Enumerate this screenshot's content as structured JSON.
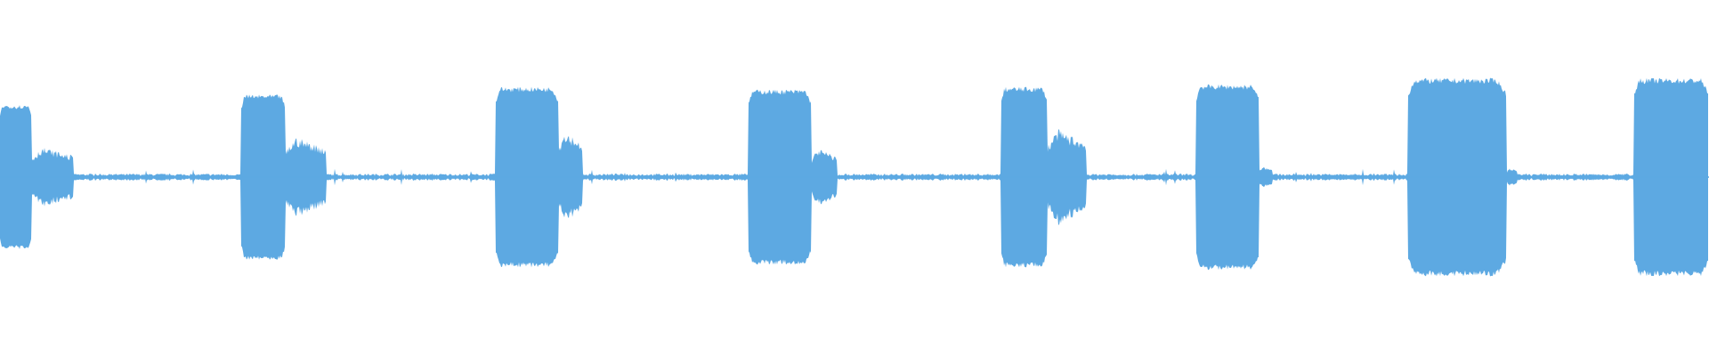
{
  "waveform": {
    "color": "#5DA9E2",
    "background": "#FFFFFF",
    "baseline_level": 0.02,
    "bursts": [
      {
        "main_start": 0.0,
        "main_end": 0.019,
        "main_level": 0.57,
        "tail_end": 0.043,
        "tail_level": 0.23
      },
      {
        "main_start": 0.141,
        "main_end": 0.167,
        "main_level": 0.65,
        "tail_end": 0.191,
        "tail_level": 0.31
      },
      {
        "main_start": 0.29,
        "main_end": 0.327,
        "main_level": 0.71,
        "tail_end": 0.341,
        "tail_level": 0.36
      },
      {
        "main_start": 0.438,
        "main_end": 0.475,
        "main_level": 0.69,
        "tail_end": 0.49,
        "tail_level": 0.22
      },
      {
        "main_start": 0.586,
        "main_end": 0.613,
        "main_level": 0.71,
        "tail_end": 0.636,
        "tail_level": 0.37
      },
      {
        "main_start": 0.7,
        "main_end": 0.737,
        "main_level": 0.73,
        "tail_end": 0.745,
        "tail_level": 0.08
      },
      {
        "main_start": 0.824,
        "main_end": 0.882,
        "main_level": 0.78,
        "tail_end": 0.888,
        "tail_level": 0.07
      },
      {
        "main_start": 0.956,
        "main_end": 1.0,
        "main_level": 0.78,
        "tail_end": 1.0,
        "tail_level": 0.0
      }
    ]
  }
}
